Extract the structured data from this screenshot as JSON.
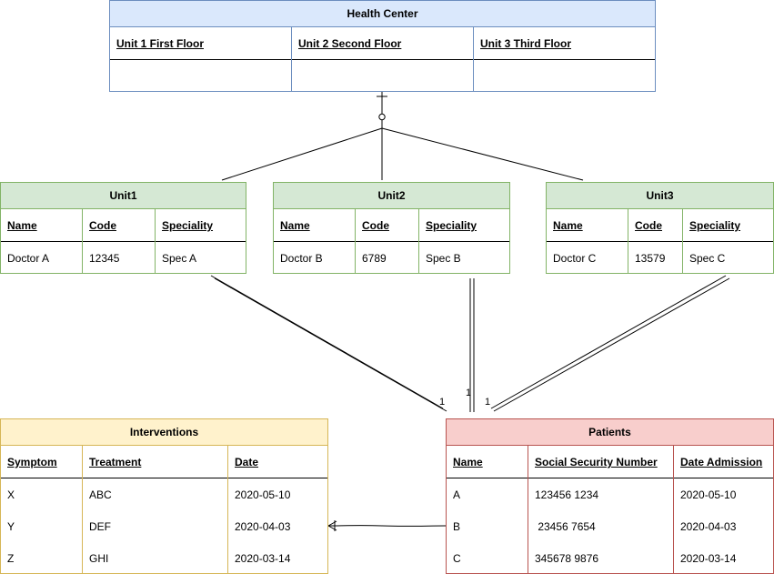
{
  "health_center": {
    "title": "Health Center",
    "columns": [
      "Unit 1 First Floor ",
      "Unit 2 Second Floor",
      "Unit 3 Third Floor"
    ]
  },
  "units": [
    {
      "title": "Unit1",
      "columns": [
        "Name",
        "Code",
        "Speciality"
      ],
      "row": [
        "Doctor A",
        "12345",
        "Spec A"
      ]
    },
    {
      "title": "Unit2",
      "columns": [
        "Name",
        "Code",
        "Speciality"
      ],
      "row": [
        "Doctor B",
        "6789",
        "Spec B"
      ]
    },
    {
      "title": "Unit3",
      "columns": [
        "Name",
        "Code",
        "Speciality"
      ],
      "row": [
        "Doctor C",
        "13579",
        "Spec C"
      ]
    }
  ],
  "interventions": {
    "title": "Interventions",
    "columns": [
      "Symptom",
      "Treatment",
      "Date"
    ],
    "rows": [
      [
        "X",
        "ABC",
        "2020-05-10"
      ],
      [
        "Y",
        "DEF",
        "2020-04-03"
      ],
      [
        "Z",
        "GHI",
        "2020-03-14"
      ]
    ]
  },
  "patients": {
    "title": "Patients",
    "columns": [
      "Name",
      "Social Security Number",
      "Date Admission"
    ],
    "rows": [
      [
        "A",
        "123456 1234",
        "2020-05-10"
      ],
      [
        "B",
        " 23456 7654",
        "2020-04-03"
      ],
      [
        "C",
        "345678 9876",
        "2020-03-14"
      ]
    ]
  },
  "multiplicities": [
    "1",
    "1",
    "1"
  ],
  "colors": {
    "blue_fill": "#dae8fc",
    "blue_stroke": "#6c8ebf",
    "green_fill": "#d5e8d4",
    "green_stroke": "#82b366",
    "yellow_fill": "#fff2cc",
    "yellow_stroke": "#d6b656",
    "red_fill": "#f8cecc",
    "red_stroke": "#b85450"
  }
}
